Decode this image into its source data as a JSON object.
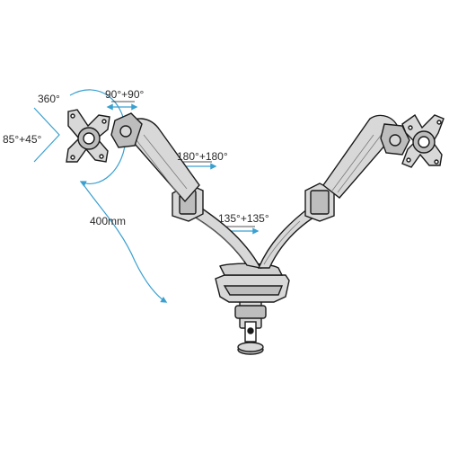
{
  "figure": {
    "labels": {
      "rotation": "360°",
      "tilt": "85°+45°",
      "head_swivel": "90°+90°",
      "arm_swivel": "180°+180°",
      "base_swivel": "135°+135°",
      "extension": "400mm"
    },
    "colors": {
      "line": "#1a1a1a",
      "body_fill": "#d8d8d8",
      "body_shade": "#bdbdbd",
      "accent_arrow": "#3aa0d0",
      "text": "#2a2a2a"
    }
  }
}
